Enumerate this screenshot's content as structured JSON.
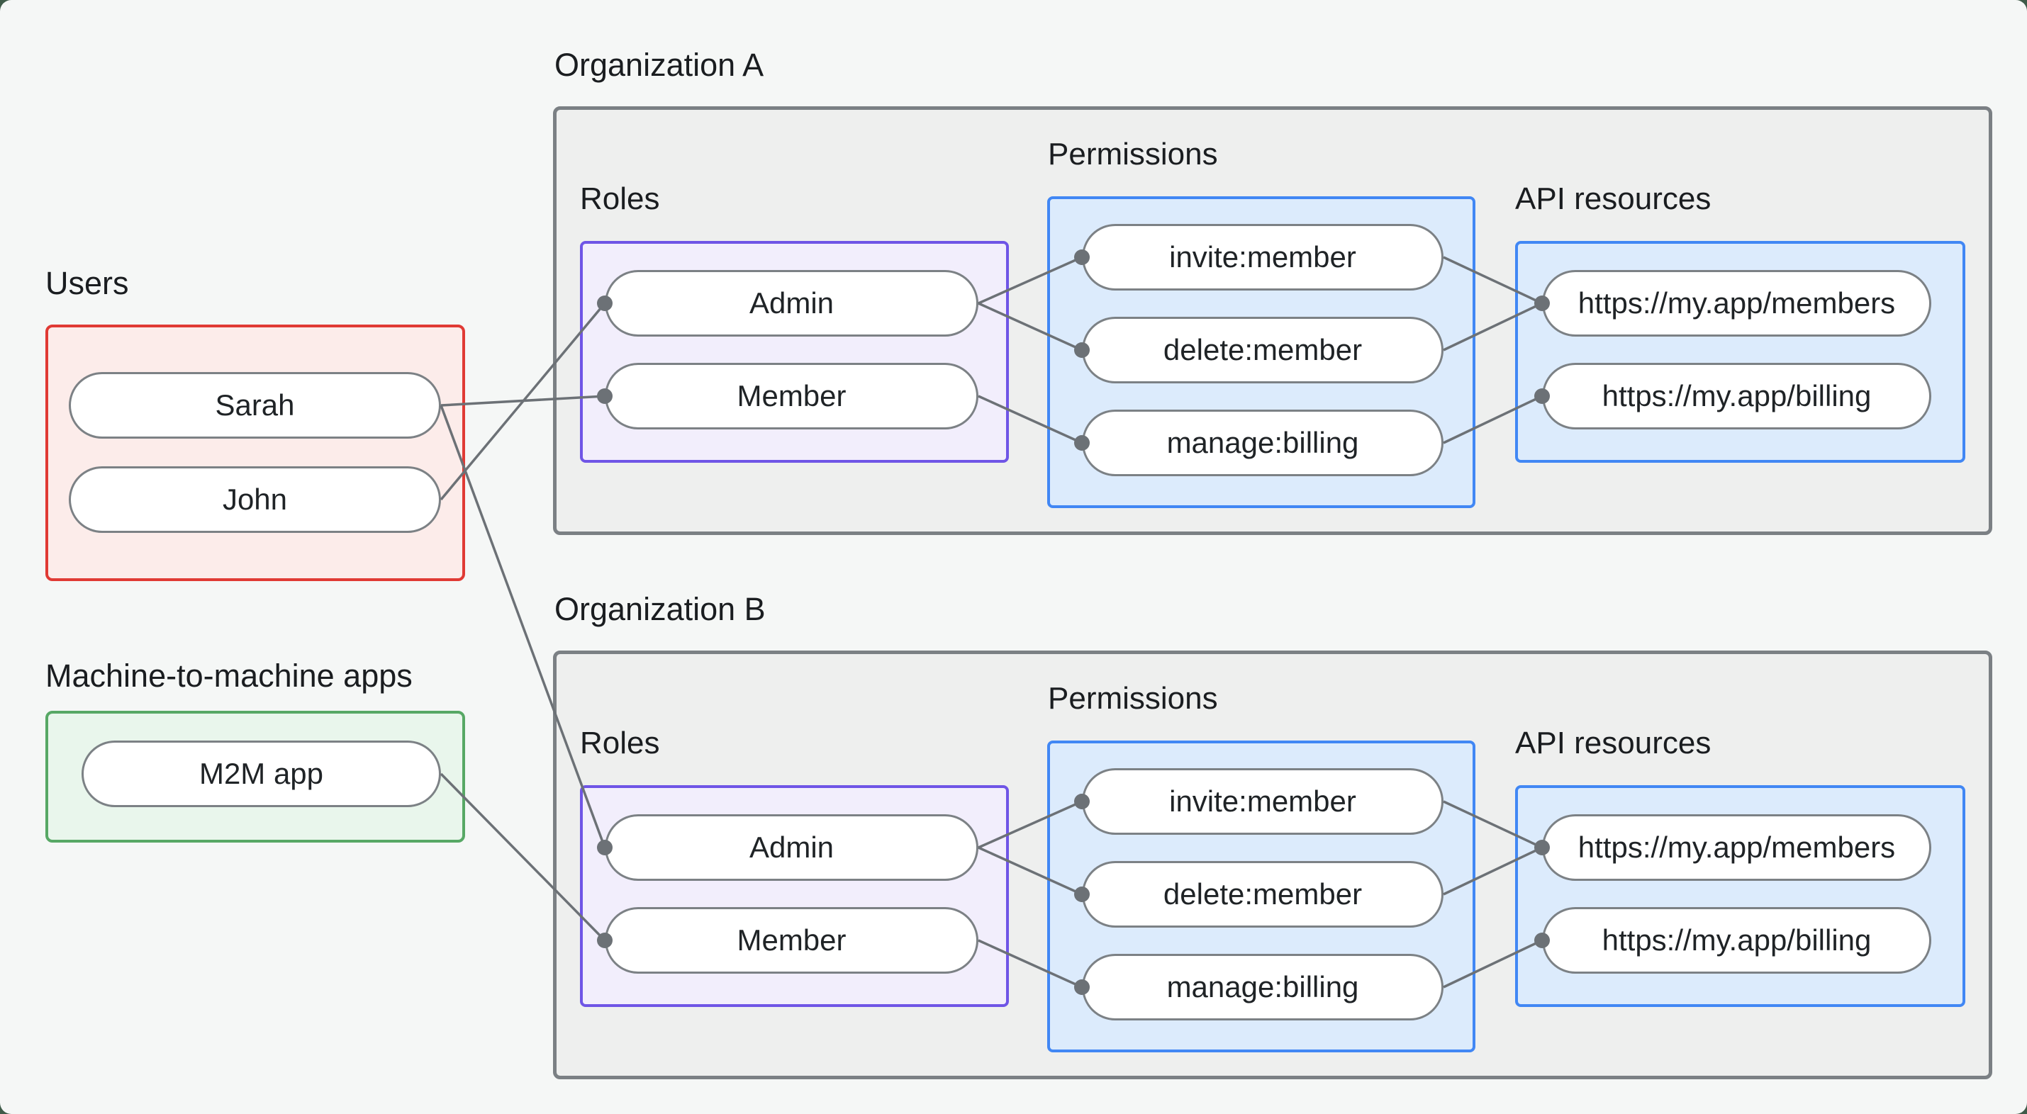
{
  "page": {
    "title": "Authorization diagram: users, machine-to-machine apps, organization roles, permissions and API resources",
    "colors": {
      "outer_background": "#3f5b49",
      "page_background": "#f5f7f6",
      "org_box_fill": "#eeefee",
      "org_box_border": "#7b8084",
      "users_box_fill": "#fcecea",
      "users_box_border": "#e03a34",
      "m2m_box_fill": "#e9f6ec",
      "m2m_box_border": "#57a865",
      "roles_box_fill": "#f2eefc",
      "roles_box_border": "#6f55e6",
      "blue_box_fill": "#dcebfc",
      "blue_box_border": "#4187f4",
      "pill_fill": "#ffffff",
      "pill_border": "#7c8185",
      "edge": "#6c7176",
      "text": "#1a1d20"
    }
  },
  "users": {
    "label": "Users",
    "items": [
      "Sarah",
      "John"
    ]
  },
  "m2m": {
    "label": "Machine-to-machine apps",
    "items": [
      "M2M app"
    ]
  },
  "org_a": {
    "label": "Organization A",
    "roles": {
      "label": "Roles",
      "items": [
        "Admin",
        "Member"
      ]
    },
    "permissions": {
      "label": "Permissions",
      "items": [
        "invite:member",
        "delete:member",
        "manage:billing"
      ]
    },
    "api_resources": {
      "label": "API resources",
      "items": [
        "https://my.app/members",
        "https://my.app/billing"
      ]
    }
  },
  "org_b": {
    "label": "Organization B",
    "roles": {
      "label": "Roles",
      "items": [
        "Admin",
        "Member"
      ]
    },
    "permissions": {
      "label": "Permissions",
      "items": [
        "invite:member",
        "delete:member",
        "manage:billing"
      ]
    },
    "api_resources": {
      "label": "API resources",
      "items": [
        "https://my.app/members",
        "https://my.app/billing"
      ]
    }
  },
  "connections": [
    {
      "from": "Users / Sarah",
      "to": "Organization A / Roles / Member"
    },
    {
      "from": "Users / John",
      "to": "Organization A / Roles / Admin"
    },
    {
      "from": "Users / Sarah",
      "to": "Organization B / Roles / Admin"
    },
    {
      "from": "Machine-to-machine apps / M2M app",
      "to": "Organization B / Roles / Member"
    },
    {
      "from": "Organization A / Roles / Admin",
      "to": "Organization A / Permissions / invite:member"
    },
    {
      "from": "Organization A / Roles / Admin",
      "to": "Organization A / Permissions / delete:member"
    },
    {
      "from": "Organization A / Roles / Member",
      "to": "Organization A / Permissions / manage:billing"
    },
    {
      "from": "Organization A / Permissions / invite:member",
      "to": "Organization A / API resources / https://my.app/members"
    },
    {
      "from": "Organization A / Permissions / delete:member",
      "to": "Organization A / API resources / https://my.app/members"
    },
    {
      "from": "Organization A / Permissions / manage:billing",
      "to": "Organization A / API resources / https://my.app/billing"
    },
    {
      "from": "Organization B / Roles / Admin",
      "to": "Organization B / Permissions / invite:member"
    },
    {
      "from": "Organization B / Roles / Admin",
      "to": "Organization B / Permissions / delete:member"
    },
    {
      "from": "Organization B / Roles / Member",
      "to": "Organization B / Permissions / manage:billing"
    },
    {
      "from": "Organization B / Permissions / invite:member",
      "to": "Organization B / API resources / https://my.app/members"
    },
    {
      "from": "Organization B / Permissions / delete:member",
      "to": "Organization B / API resources / https://my.app/members"
    },
    {
      "from": "Organization B / Permissions / manage:billing",
      "to": "Organization B / API resources / https://my.app/billing"
    }
  ]
}
